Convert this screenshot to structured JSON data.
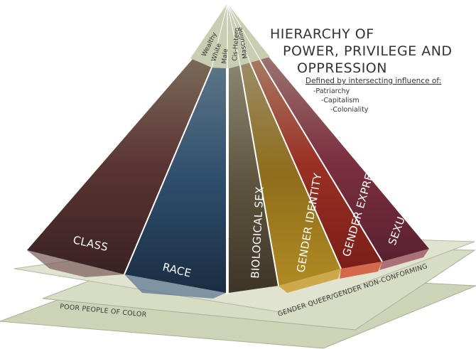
{
  "title": {
    "lines": [
      "HIERARCHY OF",
      "POWER, PRIVILEGE AND",
      "OPPRESSION"
    ]
  },
  "definition": {
    "heading": "Defined by intersecting influence of:",
    "items": [
      "-Patriarchy",
      "-Capitalism",
      "-Coloniality"
    ]
  },
  "apex_labels": [
    "Wealthy",
    "White",
    "Male",
    "Cis-Hetero",
    "Masculine"
  ],
  "faces": [
    {
      "label": "CLASS",
      "color": "#4a2a2a"
    },
    {
      "label": "RACE",
      "color": "#213a55"
    },
    {
      "label": "BIOLOGICAL SEX",
      "color": "#4e4636"
    },
    {
      "label": "GENDER IDENTITY",
      "color": "#8a6a1a"
    },
    {
      "label": "GENDER EXPRESSION",
      "color": "#8c2a22"
    },
    {
      "label": "SEXUAL ORIENTATION",
      "color": "#6e2a3a"
    }
  ],
  "platforms": {
    "front": "POOR PEOPLE OF COLOR",
    "right": "GENDER QUEER/GENDER NON-CONFORMING"
  },
  "colors": {
    "apex": "#c9cdb2",
    "platform": "#cdd3b7",
    "platform_edge": "#a9af95"
  }
}
